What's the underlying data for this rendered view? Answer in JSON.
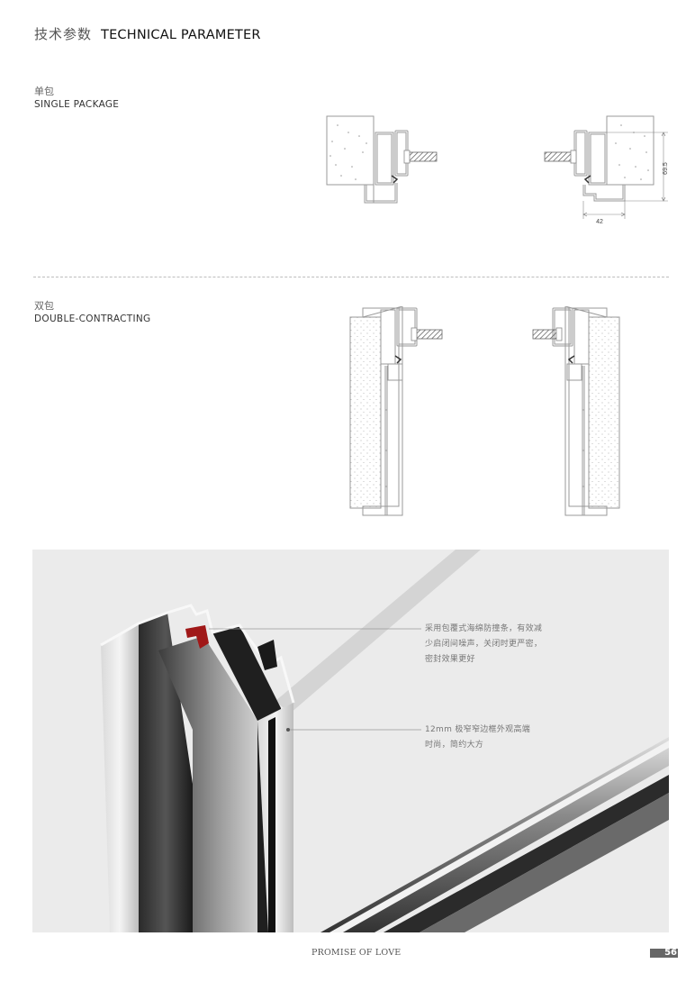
{
  "header": {
    "title_zh": "技术参数",
    "title_en": "TECHNICAL PARAMETER"
  },
  "sections": [
    {
      "label_zh": "单包",
      "label_en": "SINGLE PACKAGE",
      "drawings": [
        {
          "name": "single-package-left-section"
        },
        {
          "name": "single-package-right-section",
          "dimensions": {
            "height": "69.5",
            "width": "42"
          }
        }
      ]
    },
    {
      "label_zh": "双包",
      "label_en": "DOUBLE-CONTRACTING",
      "drawings": [
        {
          "name": "double-contracting-left-section"
        },
        {
          "name": "double-contracting-right-section"
        }
      ]
    }
  ],
  "photo": {
    "callouts": [
      {
        "lines": [
          "采用包覆式海绵防撞条，有效减",
          "少启闭间噪声，关闭时更严密，",
          "密封效果更好"
        ]
      },
      {
        "lines": [
          "12mm 极窄窄边框外观高端",
          "时尚，简约大方"
        ]
      }
    ],
    "colors": {
      "background": "#ebebeb",
      "seal_strip": "#a01818",
      "aluminum": "#c8c8c8"
    }
  },
  "footer": {
    "title": "PROMISE OF LOVE",
    "page_number": "56"
  }
}
